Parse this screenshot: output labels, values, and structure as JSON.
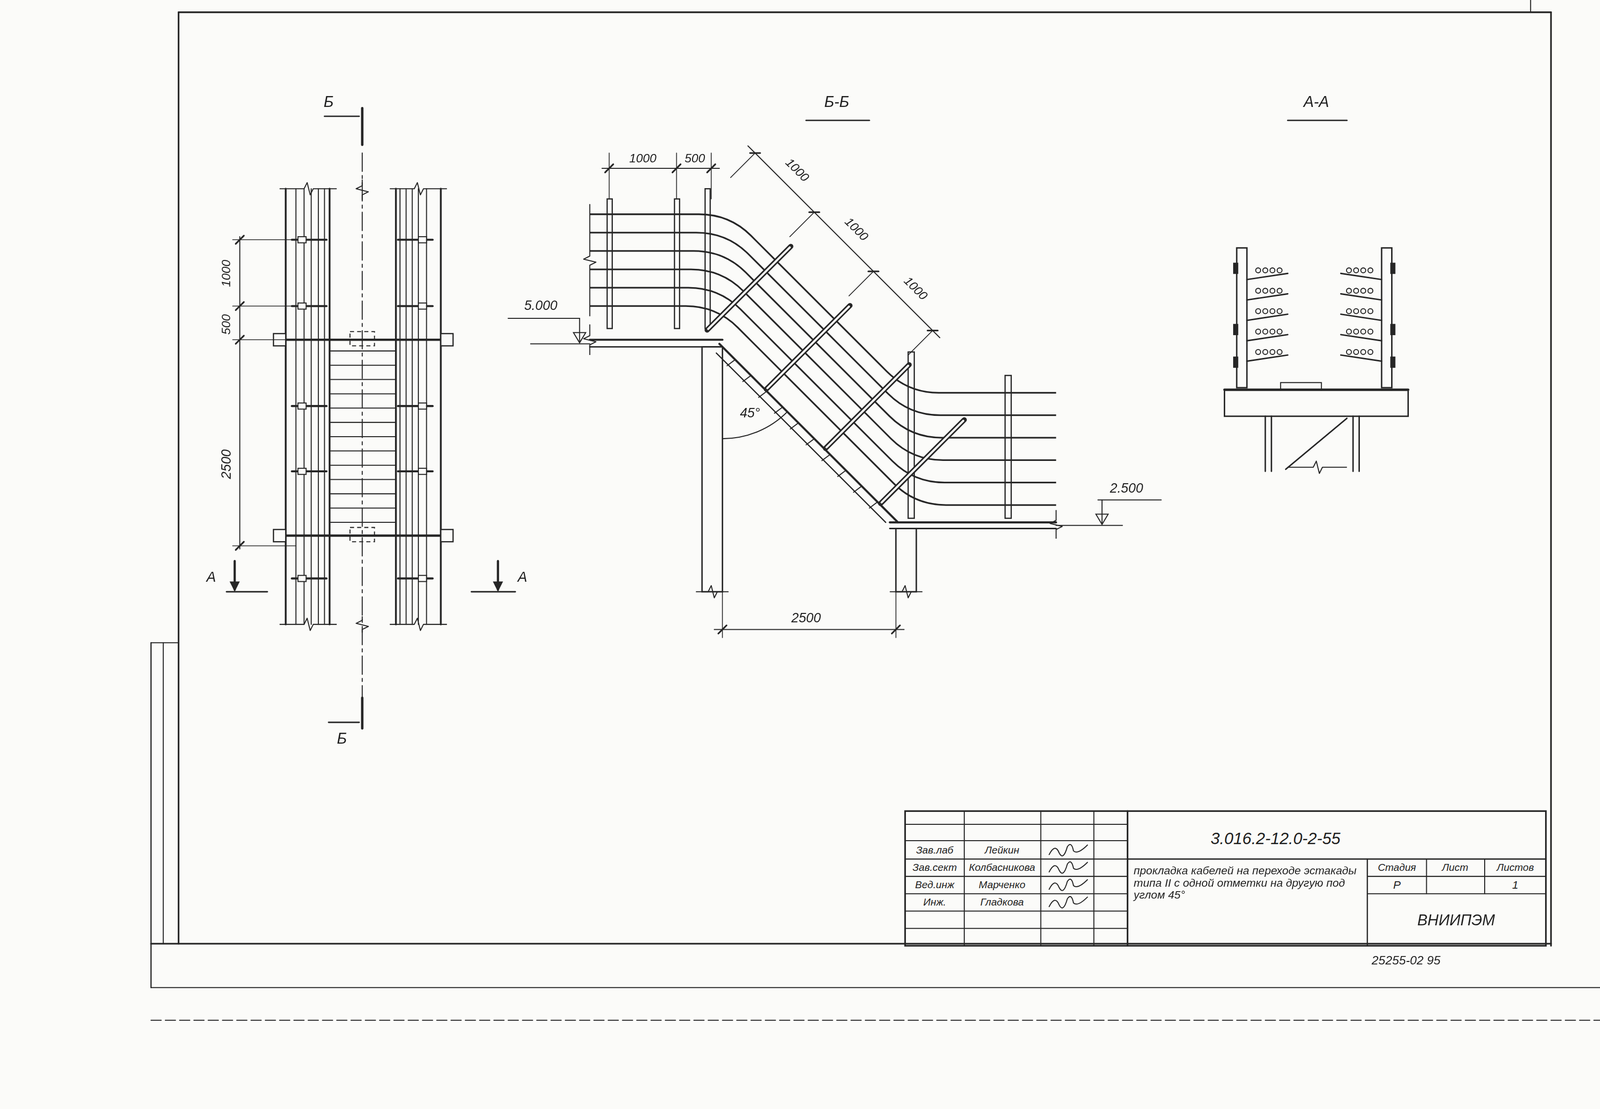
{
  "diagram": {
    "labels": [
      "Б",
      "Б-Б",
      "А-А",
      "1000",
      "500",
      "2500",
      "А",
      "А",
      "Б",
      "1000",
      "500",
      "1000",
      "1000",
      "1000",
      "5.000",
      "45°",
      "2500",
      "2.500",
      "3.016.2-12.0-2-55",
      "Зав.лаб",
      "Лейкин",
      "Зав.сект",
      "Колбасникова",
      "Вед.инж",
      "Марченко",
      "Инж.",
      "Гладкова",
      "прокладка кабелей на переходе эстакады типа II с одной отметки на другую под углом 45°",
      "Стадия",
      "Лист",
      "Листов",
      "Р",
      "1",
      "ВНИИПЭМ",
      "25255-02 95"
    ]
  }
}
